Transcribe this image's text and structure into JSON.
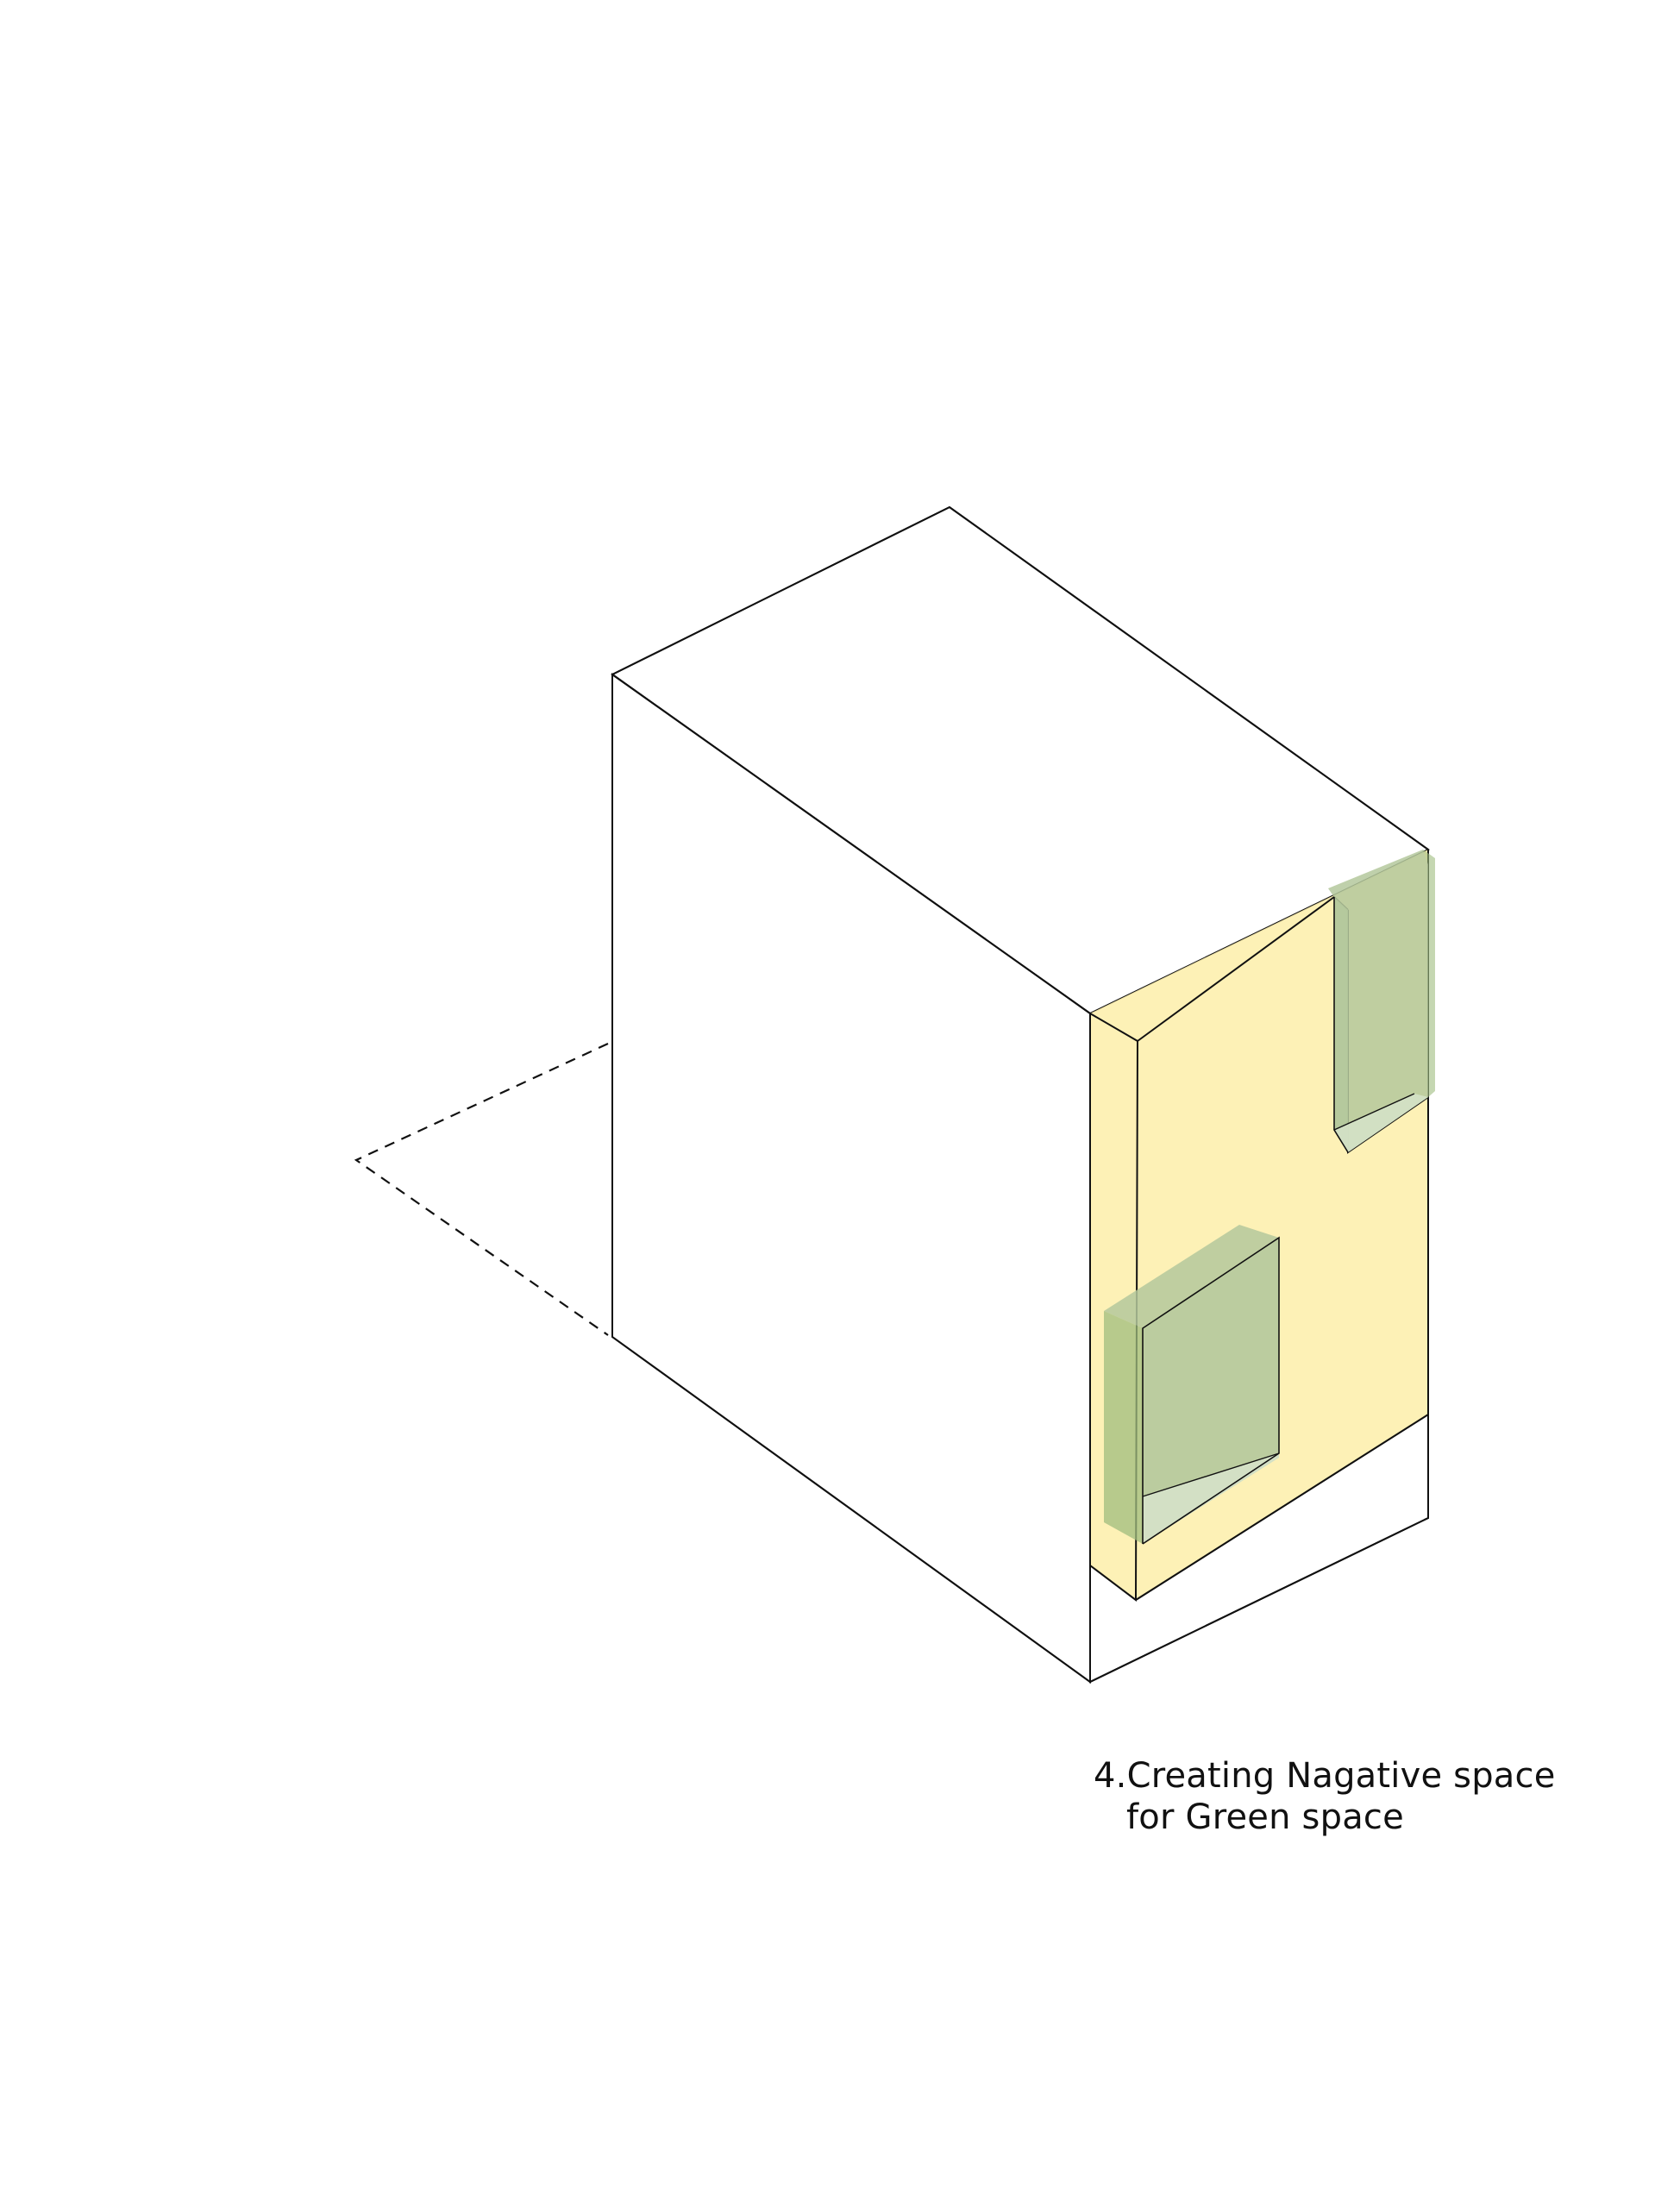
{
  "caption": {
    "number": "4.",
    "line1": "Creating Nagative space",
    "line2": "for Green space"
  },
  "colors": {
    "outline": "#111111",
    "facade_fill": "#fdf0b0",
    "green_fill": "#b4c89c",
    "green_pale": "#d3e0c5",
    "green_edge": "#9fbc7e"
  }
}
